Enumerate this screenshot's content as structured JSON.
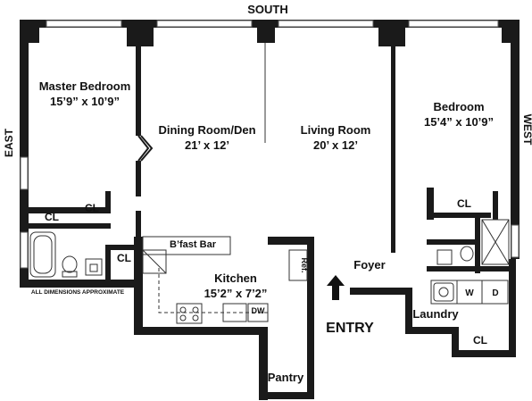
{
  "compass": {
    "south": "SOUTH",
    "east": "EAST",
    "west": "WEST"
  },
  "rooms": {
    "master_bedroom": {
      "name": "Master Bedroom",
      "size": "15’9” x 10’9”"
    },
    "dining_room": {
      "name": "Dining Room/Den",
      "size": "21’ x 12’"
    },
    "living_room": {
      "name": "Living Room",
      "size": "20’ x 12’"
    },
    "bedroom": {
      "name": "Bedroom",
      "size": "15’4” x 10’9”"
    },
    "kitchen": {
      "name": "Kitchen",
      "size": "15’2” x 7’2”"
    }
  },
  "labels": {
    "closet": "CL",
    "bfast_bar": "B’fast Bar",
    "fridge": "Ref.",
    "dishwasher": "DW",
    "washer": "W",
    "dryer": "D",
    "foyer": "Foyer",
    "laundry": "Laundry",
    "entry": "ENTRY",
    "pantry": "Pantry",
    "disclaimer": "ALL DIMENSIONS APPROXIMATE"
  }
}
